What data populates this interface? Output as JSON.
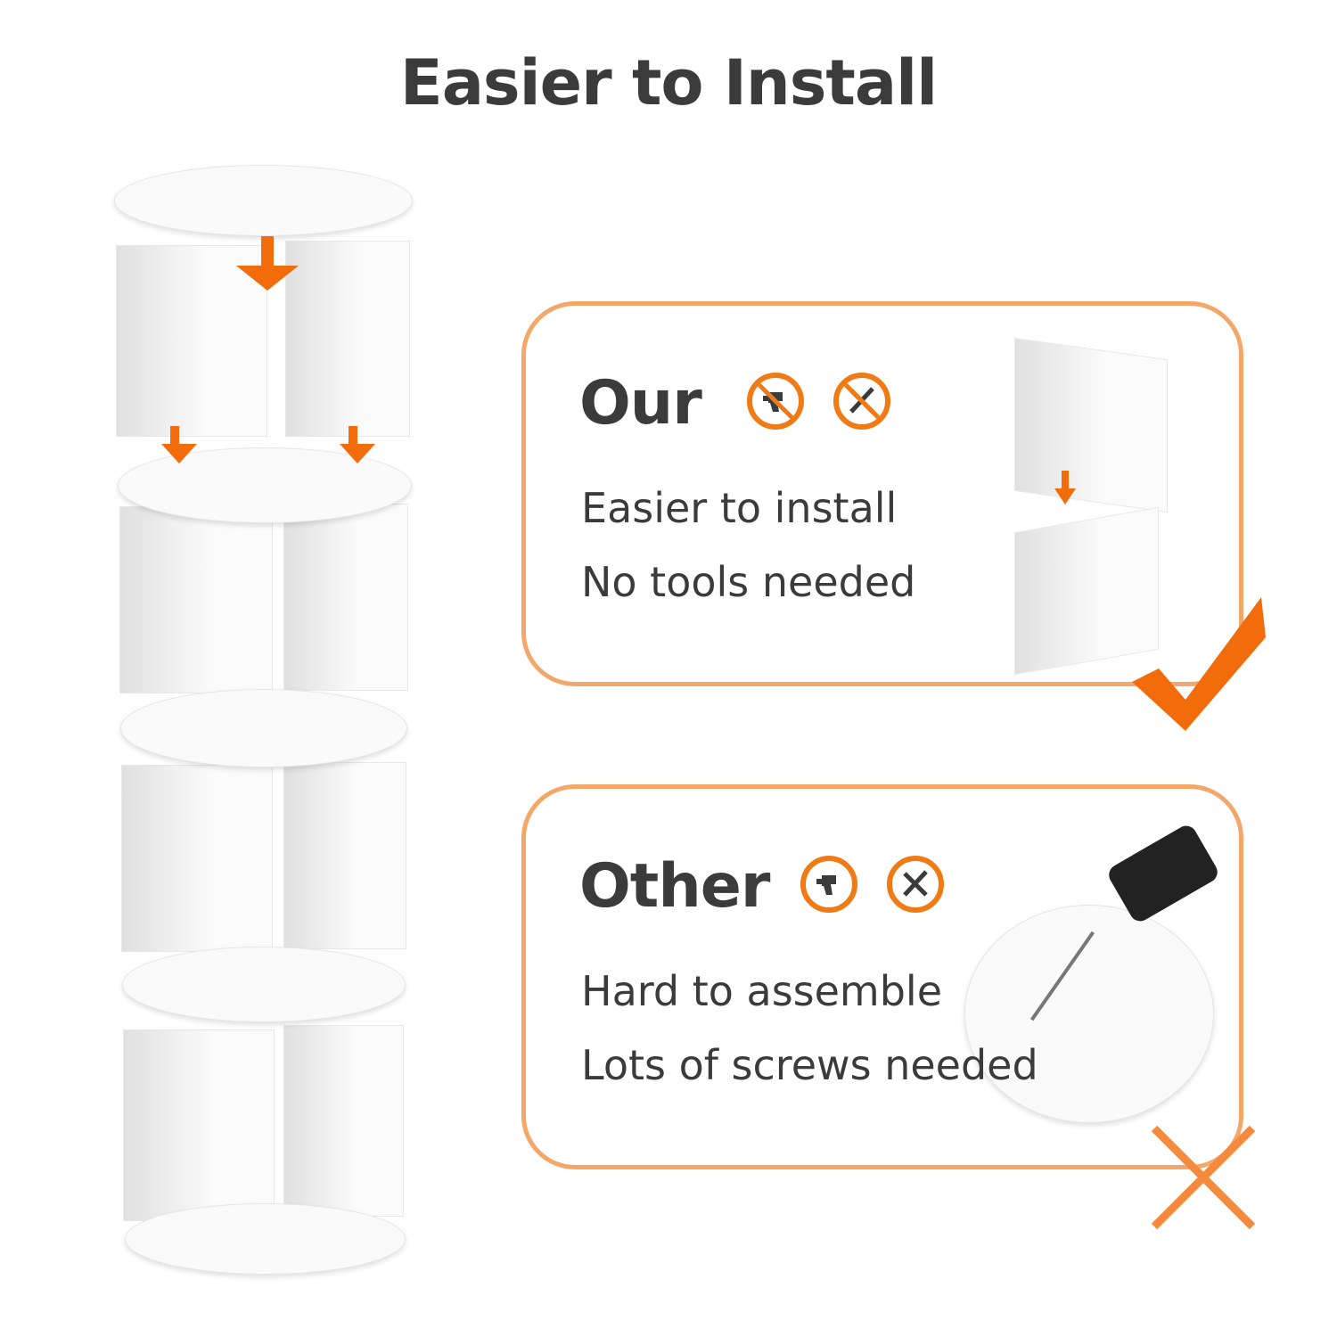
{
  "title": "Easier to Install",
  "our": {
    "heading": "Our",
    "lines": [
      "Easier to install",
      "No tools needed"
    ],
    "icons": [
      "no-drill-icon",
      "no-tools-icon"
    ],
    "verdict": "checkmark-icon"
  },
  "other": {
    "heading": "Other",
    "lines": [
      "Hard to assemble",
      "Lots of screws needed"
    ],
    "icons": [
      "drill-icon",
      "tools-icon"
    ],
    "verdict": "cross-icon"
  },
  "colors": {
    "accent": "#f26c0c",
    "border": "#f3a869",
    "text": "#3b3b3b"
  }
}
